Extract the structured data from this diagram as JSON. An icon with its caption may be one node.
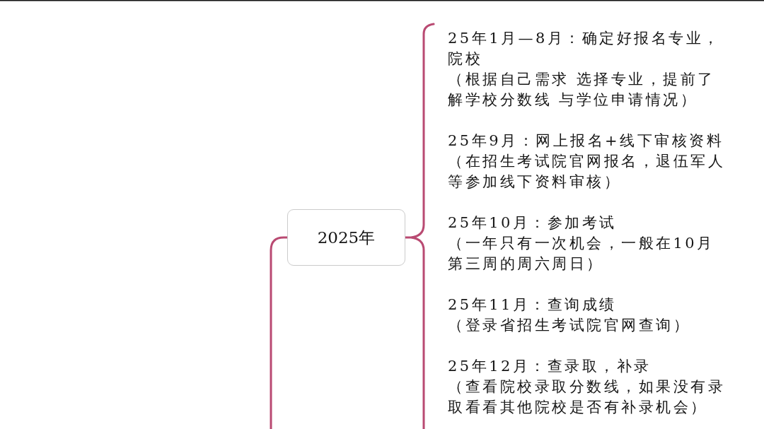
{
  "diagram": {
    "nodes": [
      {
        "text": [
          "2025年"
        ]
      },
      {
        "text": [
          "25年1月—8月：确定好报名专业，院校",
          "（根据自己需求 选择专业，提前了解学校分数线 与学位申请情况）",
          "25年9月：网上报名+线下审核资料",
          "（在招生考试院官网报名，退伍军人等参加线下资料审核）",
          "25年10月：参加考试",
          "（一年只有一次机会，一般在10月第三周的周六周日）",
          "25年11月：查询成绩",
          "（登录省招生考试院官网查询）",
          "25年12月：查录取，补录",
          "（查看院校录取分数线，如果没有录取看看其他院校是否有补录机会）"
        ]
      }
    ],
    "edges": [
      {
        "from": null,
        "to": 0,
        "arrow": "none"
      },
      {
        "from": 0,
        "to": 1,
        "arrow": "none"
      }
    ]
  }
}
